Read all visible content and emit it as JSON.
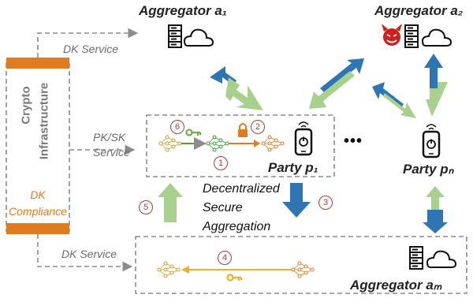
{
  "aggregators": {
    "a1": "Aggregator a₁",
    "a2": "Aggregator a₂",
    "am": "Aggregator aₘ"
  },
  "services": {
    "dk_top": "DK Service",
    "pksk_line1": "PK/SK",
    "pksk_line2": "Service",
    "dk_bottom": "DK Service"
  },
  "left_panel": {
    "title_line1": "Crypto",
    "title_line2": "Infrastructure",
    "compliance_line1": "DK",
    "compliance_line2": "Compliance"
  },
  "parties": {
    "p1": "Party p₁",
    "pn": "Party pₙ"
  },
  "center_text": {
    "line1": "Decentralized",
    "line2": "Secure",
    "line3": "Aggregation"
  },
  "ellipsis": "•••",
  "steps": [
    "1",
    "2",
    "3",
    "4",
    "5",
    "6"
  ],
  "colors": {
    "blue": "#2e75b6",
    "green": "#a9d18e",
    "orange": "#e07b20",
    "dashed": "#8c8c8c",
    "step_red": "#b23b3b",
    "key_green": "#70ad47",
    "key_yellow": "#f2b01e",
    "devil_red": "#d01f1f"
  },
  "icons": [
    "server-icon",
    "cloud-icon",
    "smartphone-icon",
    "power-icon",
    "key-icon",
    "lock-icon",
    "devil-icon",
    "neural-network-icon",
    "wifi-icon"
  ]
}
